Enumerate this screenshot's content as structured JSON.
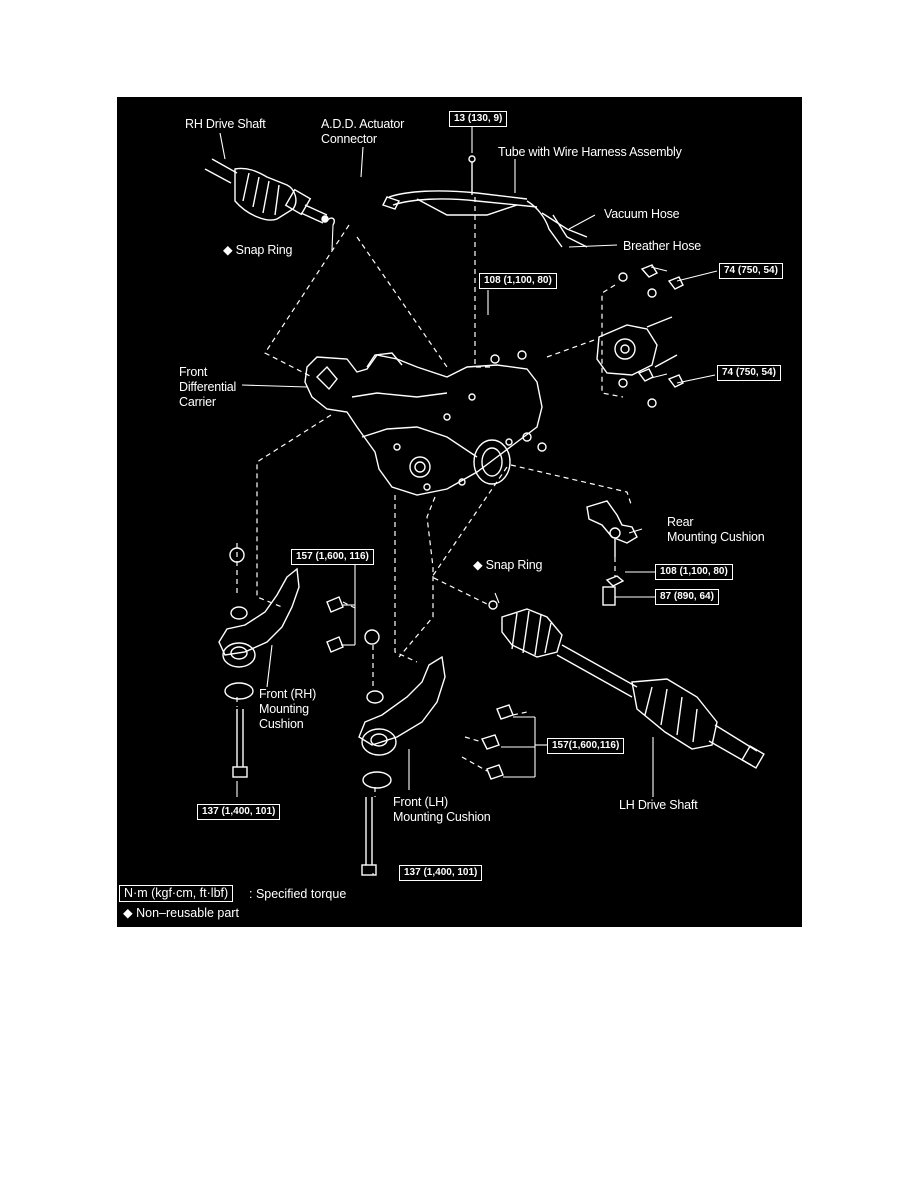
{
  "labels": {
    "rh_drive_shaft": "RH Drive Shaft",
    "add_actuator": "A.D.D. Actuator\nConnector",
    "tube_wire_harness": "Tube with Wire Harness Assembly",
    "vacuum_hose": "Vacuum Hose",
    "breather_hose": "Breather Hose",
    "snap_ring_top": "◆ Snap Ring",
    "front_diff_carrier": "Front\nDifferential\nCarrier",
    "rear_mounting_cushion": "Rear\nMounting Cushion",
    "snap_ring_mid": "◆ Snap Ring",
    "front_rh_cushion": "Front (RH)\nMounting\nCushion",
    "front_lh_cushion": "Front (LH)\nMounting Cushion",
    "lh_drive_shaft": "LH Drive Shaft"
  },
  "torques": {
    "t13": "13 (130, 9)",
    "t108_top": "108 (1,100, 80)",
    "t74_top": "74 (750, 54)",
    "t74_bottom": "74 (750, 54)",
    "t157_rh": "157 (1,600, 116)",
    "t108_rear": "108 (1,100, 80)",
    "t87": "87 (890, 64)",
    "t157_lh": "157(1,600,116)",
    "t137_rh": "137 (1,400, 101)",
    "t137_lh": "137 (1,400, 101)"
  },
  "legend": {
    "unit_box": "N·m (kgf·cm, ft·lbf)",
    "unit_text": ": Specified torque",
    "nonreusable": "◆ Non–reusable part"
  }
}
